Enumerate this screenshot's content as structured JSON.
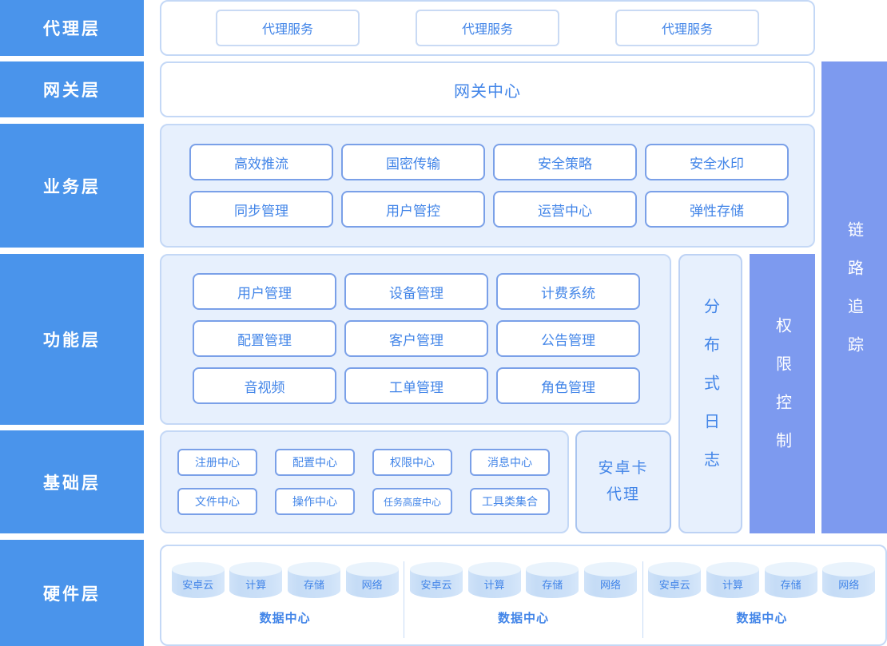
{
  "colors": {
    "sidebar_blue": "#4A94EB",
    "bar_purple": "#7D9AEF",
    "panel_bg": "#E7F0FD",
    "panel_border": "#C4D8F6",
    "box_border": "#7AA0E8",
    "text_blue": "#4285E8",
    "cylinder_body": "#C9DFF7",
    "cylinder_top": "#E9F3FC"
  },
  "sidebar": {
    "layers": [
      "代理层",
      "网关层",
      "业务层",
      "功能层",
      "基础层",
      "硬件层"
    ]
  },
  "agent_row": {
    "services": [
      "代理服务",
      "代理服务",
      "代理服务"
    ]
  },
  "gateway_row": {
    "center": "网关中心"
  },
  "business_row": {
    "items": [
      "高效推流",
      "国密传输",
      "安全策略",
      "安全水印",
      "同步管理",
      "用户管控",
      "运营中心",
      "弹性存储"
    ]
  },
  "function_row": {
    "items": [
      "用户管理",
      "设备管理",
      "计费系统",
      "配置管理",
      "客户管理",
      "公告管理",
      "音视频",
      "工单管理",
      "角色管理"
    ]
  },
  "base_row": {
    "items": [
      "注册中心",
      "配置中心",
      "权限中心",
      "消息中心",
      "文件中心",
      "操作中心",
      "任务高度中心",
      "工具类集合"
    ],
    "android_card_agent": {
      "line1": "安卓卡",
      "line2": "代理"
    }
  },
  "vertical_bars": {
    "distributed_log": "分布式日志",
    "permission_control": "权限控制",
    "link_trace": "链路追踪"
  },
  "hardware_row": {
    "groups": [
      {
        "cylinders": [
          "安卓云",
          "计算",
          "存储",
          "网络"
        ],
        "label": "数据中心"
      },
      {
        "cylinders": [
          "安卓云",
          "计算",
          "存储",
          "网络"
        ],
        "label": "数据中心"
      },
      {
        "cylinders": [
          "安卓云",
          "计算",
          "存储",
          "网络"
        ],
        "label": "数据中心"
      }
    ]
  }
}
